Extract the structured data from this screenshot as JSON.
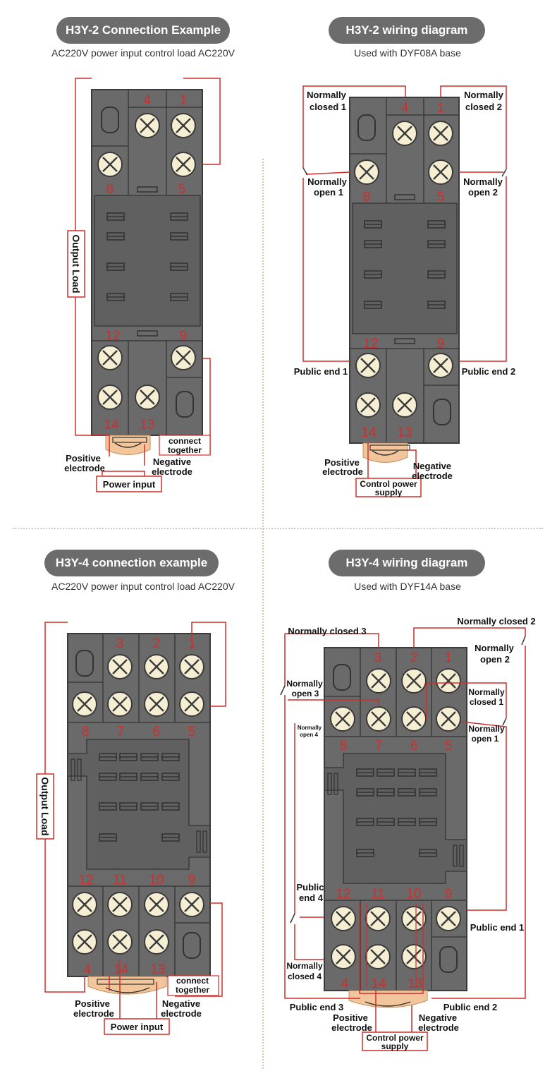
{
  "headers": {
    "h3y2_example": {
      "title": "H3Y-2 Connection Example",
      "subtitle": "AC220V power input control load AC220V"
    },
    "h3y2_wiring": {
      "title": "H3Y-2 wiring diagram",
      "subtitle": "Used with DYF08A base"
    },
    "h3y4_example": {
      "title": "H3Y-4 connection example",
      "subtitle": "AC220V power input control load AC220V"
    },
    "h3y4_wiring": {
      "title": "H3Y-4 wiring diagram",
      "subtitle": "Used with DYF14A base"
    }
  },
  "h3y2_example": {
    "terminals": {
      "t4": "4",
      "t1": "1",
      "t8": "8",
      "t5": "5",
      "t12": "12",
      "t9": "9",
      "t14": "14",
      "t13": "13"
    },
    "output_load": "Output Load",
    "connect": [
      "connect",
      "together"
    ],
    "positive": [
      "Positive",
      "electrode"
    ],
    "negative": [
      "Negative",
      "electrode"
    ],
    "power_input": "Power input"
  },
  "h3y2_wiring": {
    "terminals": {
      "t4": "4",
      "t1": "1",
      "t8": "8",
      "t5": "5",
      "t12": "12",
      "t9": "9",
      "t14": "14",
      "t13": "13"
    },
    "nc1": [
      "Normally",
      "closed 1"
    ],
    "nc2": [
      "Normally",
      "closed 2"
    ],
    "no1": [
      "Normally",
      "open 1"
    ],
    "no2": [
      "Normally",
      "open 2"
    ],
    "pub1": "Public end 1",
    "pub2": "Public end 2",
    "positive": [
      "Positive",
      "electrode"
    ],
    "negative": [
      "Negative",
      "electrode"
    ],
    "control_power": [
      "Control power",
      "supply"
    ]
  },
  "h3y4_example": {
    "terminals": {
      "t3": "3",
      "t2": "2",
      "t1": "1",
      "t8": "8",
      "t7": "7",
      "t6": "6",
      "t5": "5",
      "t12": "12",
      "t11": "11",
      "t10": "10",
      "t9": "9",
      "t4": "4",
      "t14": "14",
      "t13": "13"
    },
    "output_load": "Output Load",
    "connect": [
      "connect",
      "together"
    ],
    "positive": [
      "Positive",
      "electrode"
    ],
    "negative": [
      "Negative",
      "electrode"
    ],
    "power_input": "Power input"
  },
  "h3y4_wiring": {
    "terminals": {
      "t3": "3",
      "t2": "2",
      "t1": "1",
      "t8": "8",
      "t7": "7",
      "t6": "6",
      "t5": "5",
      "t12": "12",
      "t11": "11",
      "t10": "10",
      "t9": "9",
      "t4": "4",
      "t14": "14",
      "t13": "13"
    },
    "nc3": "Normally closed 3",
    "nc2": "Normally closed 2",
    "no2": [
      "Normally",
      "open 2"
    ],
    "no3": [
      "Normally",
      "open 3"
    ],
    "nc1": [
      "Normally",
      "closed 1"
    ],
    "no4": [
      "Normally",
      "open 4"
    ],
    "no1": [
      "Normally",
      "open 1"
    ],
    "pub4": [
      "Public",
      "end 4"
    ],
    "pub1": "Public end 1",
    "nc4": [
      "Normally",
      "closed 4"
    ],
    "pub3": "Public end 3",
    "pub2": "Public end 2",
    "positive": [
      "Positive",
      "electrode"
    ],
    "negative": [
      "Negative",
      "electrode"
    ],
    "control_power": [
      "Control power",
      "supply"
    ]
  }
}
